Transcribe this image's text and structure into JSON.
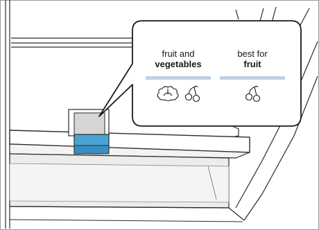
{
  "callout": {
    "option_1": {
      "line1": "fruit and",
      "line2": "vegetables",
      "icons": [
        "lettuce-icon",
        "cherries-icon"
      ]
    },
    "option_2": {
      "line1": "best for",
      "line2": "fruit",
      "icons": [
        "cherries-icon"
      ]
    },
    "indicator_color": "#4aa3d6",
    "divider_color": "#bfd0e4"
  }
}
